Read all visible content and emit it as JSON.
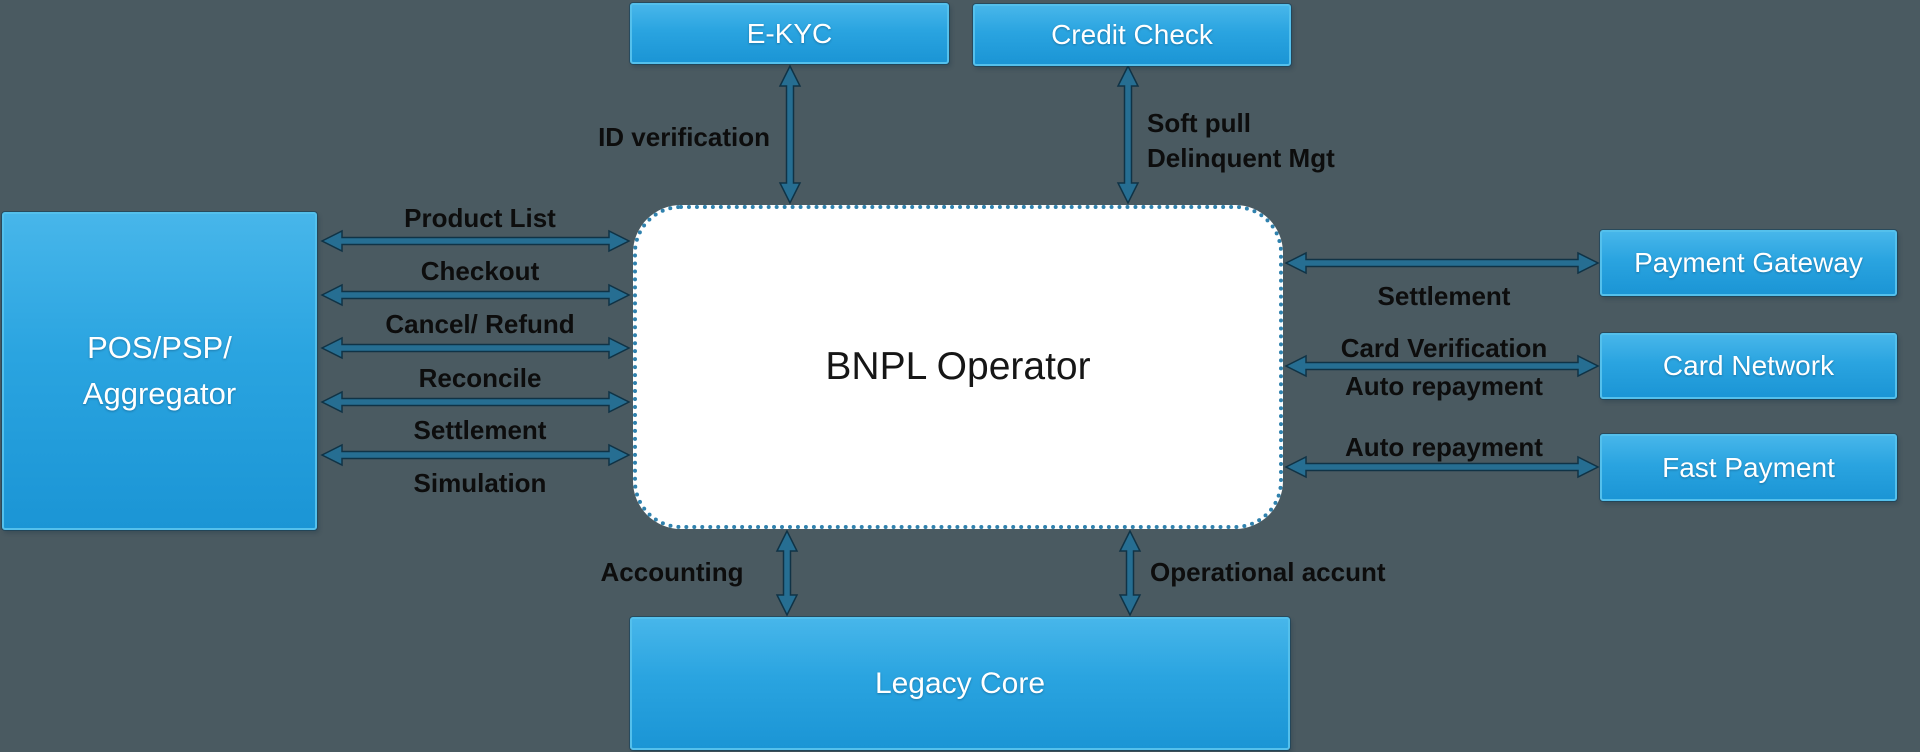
{
  "colors": {
    "background": "#4a5a61",
    "node_gradient_top": "#47b6ea",
    "node_gradient_bottom": "#1b95d5",
    "node_border": "#54c0ec",
    "node_text": "#ffffff",
    "center_node_fill": "#ffffff",
    "center_node_dotted_border": "#2f81ad",
    "arrow_fill": "#266e92",
    "arrow_outline": "#103346",
    "edge_label_text": "#0d0d0d"
  },
  "nodes": {
    "center": {
      "label": "BNPL Operator"
    },
    "ekyc": {
      "label": "E-KYC"
    },
    "credit_check": {
      "label": "Credit Check"
    },
    "pos_psp_aggregator": {
      "label_line1": "POS/PSP/",
      "label_line2": "Aggregator"
    },
    "payment_gateway": {
      "label": "Payment Gateway"
    },
    "card_network": {
      "label": "Card Network"
    },
    "fast_payment": {
      "label": "Fast Payment"
    },
    "legacy_core": {
      "label": "Legacy Core"
    }
  },
  "edge_labels": {
    "id_verification": "ID verification",
    "soft_pull": "Soft pull",
    "delinquent_mgt": "Delinquent Mgt",
    "left_flows": [
      "Product List",
      "Checkout",
      "Cancel/ Refund",
      "Reconcile",
      "Settlement",
      "Simulation"
    ],
    "settlement": "Settlement",
    "card_verification": "Card Verification",
    "auto_repayment_card": "Auto repayment",
    "auto_repayment_fast": "Auto repayment",
    "accounting": "Accounting",
    "operational_account": "Operational accunt"
  }
}
